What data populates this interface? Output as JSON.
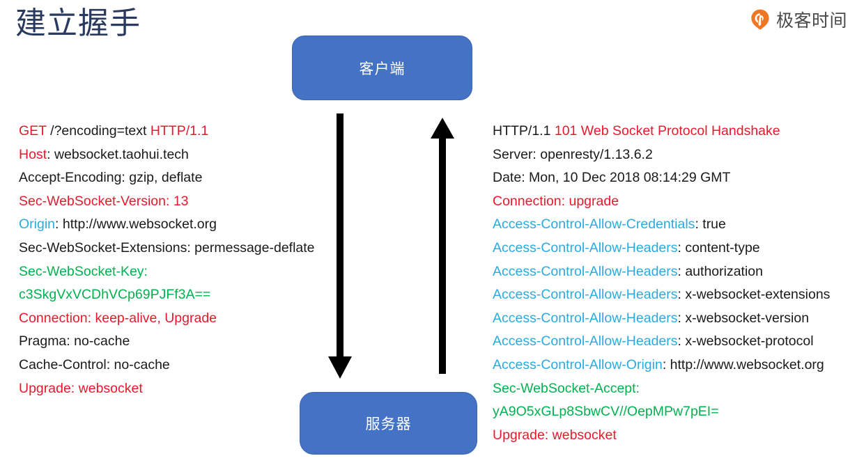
{
  "page": {
    "title": "建立握手",
    "title_color": "#2a3a5e",
    "background": "#ffffff"
  },
  "brand": {
    "name": "极客时间",
    "icon": "geektime-logo-icon",
    "icon_color": "#ef7622",
    "text_color": "#4a4a4a"
  },
  "diagram": {
    "type": "sequence",
    "nodes": [
      {
        "id": "client",
        "label": "客户端",
        "fill": "#4472c4",
        "text_color": "#ffffff"
      },
      {
        "id": "server",
        "label": "服务器",
        "fill": "#4472c4",
        "text_color": "#ffffff"
      }
    ],
    "arrows": [
      {
        "id": "request-arrow",
        "direction": "down",
        "from": "client",
        "to": "server",
        "color": "#000000"
      },
      {
        "id": "response-arrow",
        "direction": "up",
        "from": "server",
        "to": "client",
        "color": "#000000"
      }
    ]
  },
  "colors": {
    "red": "#e8192c",
    "black": "#1a1a1a",
    "cyan": "#29abe2",
    "green": "#00b14f",
    "box_blue": "#4472c4",
    "title_navy": "#2a3a5e",
    "brand_orange": "#ef7622"
  },
  "request": {
    "title": "WebSocket handshake request headers",
    "lines": [
      {
        "segments": [
          {
            "text": "GET ",
            "color": "red"
          },
          {
            "text": "/?encoding=text ",
            "color": "black"
          },
          {
            "text": "HTTP/1.1",
            "color": "red"
          }
        ]
      },
      {
        "segments": [
          {
            "text": "Host",
            "color": "red"
          },
          {
            "text": ": websocket.taohui.tech",
            "color": "black"
          }
        ]
      },
      {
        "segments": [
          {
            "text": "Accept-Encoding: gzip, deflate",
            "color": "black"
          }
        ]
      },
      {
        "segments": [
          {
            "text": "Sec-WebSocket-Version: 13",
            "color": "red"
          }
        ]
      },
      {
        "segments": [
          {
            "text": "Origin",
            "color": "cyan"
          },
          {
            "text": ": http://www.websocket.org",
            "color": "black"
          }
        ]
      },
      {
        "segments": [
          {
            "text": "Sec-WebSocket-Extensions: permessage-deflate",
            "color": "black"
          }
        ]
      },
      {
        "segments": [
          {
            "text": "Sec-WebSocket-Key:",
            "color": "green"
          }
        ]
      },
      {
        "segments": [
          {
            "text": "c3SkgVxVCDhVCp69PJFf3A==",
            "color": "green"
          }
        ]
      },
      {
        "segments": [
          {
            "text": "Connection: keep-alive, Upgrade",
            "color": "red"
          }
        ]
      },
      {
        "segments": [
          {
            "text": "Pragma: no-cache",
            "color": "black"
          }
        ]
      },
      {
        "segments": [
          {
            "text": "Cache-Control: no-cache",
            "color": "black"
          }
        ]
      },
      {
        "segments": [
          {
            "text": "Upgrade: websocket",
            "color": "red"
          }
        ]
      }
    ]
  },
  "response": {
    "title": "WebSocket handshake response headers",
    "lines": [
      {
        "segments": [
          {
            "text": "HTTP/1.1 ",
            "color": "black"
          },
          {
            "text": "101 Web Socket Protocol Handshake",
            "color": "red"
          }
        ]
      },
      {
        "segments": [
          {
            "text": "Server: openresty/1.13.6.2",
            "color": "black"
          }
        ]
      },
      {
        "segments": [
          {
            "text": "Date: Mon, 10 Dec 2018 08:14:29 GMT",
            "color": "black"
          }
        ]
      },
      {
        "segments": [
          {
            "text": "Connection: upgrade",
            "color": "red"
          }
        ]
      },
      {
        "segments": [
          {
            "text": "Access-Control-Allow-Credentials",
            "color": "cyan"
          },
          {
            "text": ": true",
            "color": "black"
          }
        ]
      },
      {
        "segments": [
          {
            "text": "Access-Control-Allow-Headers",
            "color": "cyan"
          },
          {
            "text": ": content-type",
            "color": "black"
          }
        ]
      },
      {
        "segments": [
          {
            "text": "Access-Control-Allow-Headers",
            "color": "cyan"
          },
          {
            "text": ": authorization",
            "color": "black"
          }
        ]
      },
      {
        "segments": [
          {
            "text": "Access-Control-Allow-Headers",
            "color": "cyan"
          },
          {
            "text": ": x-websocket-extensions",
            "color": "black"
          }
        ]
      },
      {
        "segments": [
          {
            "text": "Access-Control-Allow-Headers",
            "color": "cyan"
          },
          {
            "text": ": x-websocket-version",
            "color": "black"
          }
        ]
      },
      {
        "segments": [
          {
            "text": "Access-Control-Allow-Headers",
            "color": "cyan"
          },
          {
            "text": ": x-websocket-protocol",
            "color": "black"
          }
        ]
      },
      {
        "segments": [
          {
            "text": "Access-Control-Allow-Origin",
            "color": "cyan"
          },
          {
            "text": ": http://www.websocket.org",
            "color": "black"
          }
        ]
      },
      {
        "segments": [
          {
            "text": "Sec-WebSocket-Accept:",
            "color": "green"
          }
        ]
      },
      {
        "segments": [
          {
            "text": "yA9O5xGLp8SbwCV//OepMPw7pEI=",
            "color": "green"
          }
        ]
      },
      {
        "segments": [
          {
            "text": "Upgrade: websocket",
            "color": "red"
          }
        ]
      }
    ]
  }
}
